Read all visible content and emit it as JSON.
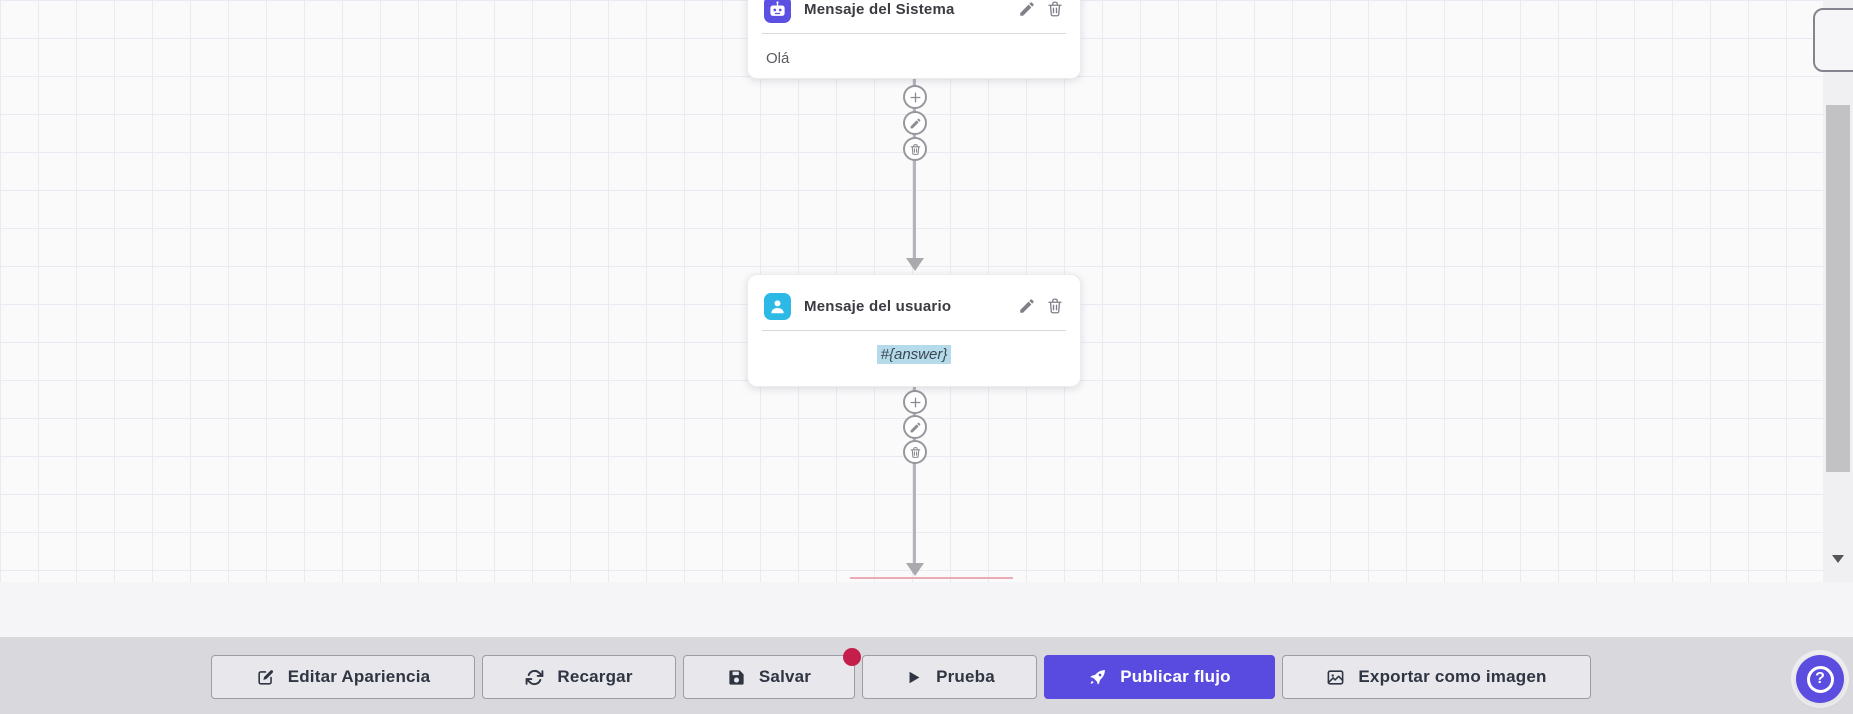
{
  "canvas": {
    "grid_color": "#e9ebf3",
    "nodes": [
      {
        "title": "Mensaje del Sistema",
        "content": "Olá",
        "icon": "robot-icon",
        "icon_bg": "#5b50e1",
        "header_actions": [
          "edit",
          "delete"
        ]
      },
      {
        "title": "Mensaje del usuario",
        "content": "#{answer}",
        "icon": "user-icon",
        "icon_bg": "#2db9e5",
        "content_highlight_color": "#b5dbea",
        "header_actions": [
          "edit",
          "delete"
        ]
      }
    ],
    "connector_actions": [
      "add",
      "edit",
      "delete"
    ]
  },
  "toolbar": {
    "buttons": [
      {
        "label": "Editar Apariencia",
        "icon": "edit-square-icon",
        "variant": "default"
      },
      {
        "label": "Recargar",
        "icon": "refresh-icon",
        "variant": "default"
      },
      {
        "label": "Salvar",
        "icon": "save-icon",
        "variant": "default",
        "badge": true
      },
      {
        "label": "Prueba",
        "icon": "play-icon",
        "variant": "default"
      },
      {
        "label": "Publicar flujo",
        "icon": "rocket-icon",
        "variant": "primary"
      },
      {
        "label": "Exportar como imagen",
        "icon": "image-icon",
        "variant": "default"
      }
    ]
  },
  "help": {
    "glyph": "?"
  },
  "colors": {
    "accent_purple": "#5a4be0",
    "node_robot_icon_bg": "#5b50e1",
    "node_user_icon_bg": "#2db9e5",
    "content_highlight": "#b5dbea",
    "badge_red": "#c41f4a",
    "toolbar_bg": "#d8d8dd",
    "band_bg": "#f5f5f8",
    "connector_gray": "#a9a9ae"
  }
}
